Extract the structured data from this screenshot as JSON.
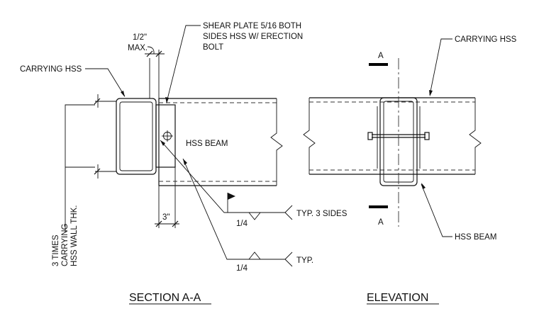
{
  "section": {
    "title": "SECTION A-A",
    "label_carrying_hss": "CARRYING HSS",
    "label_shear_plate_1": "SHEAR PLATE 5/16 BOTH",
    "label_shear_plate_2": "SIDES HSS W/ ERECTION",
    "label_shear_plate_3": "BOLT",
    "label_gap_1": "1/2\"",
    "label_gap_2": "MAX.",
    "label_hss_beam": "HSS BEAM",
    "label_dim_3in": "3\"",
    "label_wall_1": "3 TIMES",
    "label_wall_2": "CARRYING",
    "label_wall_3": "HSS WALL THK.",
    "weld1_size": "1/4",
    "weld1_note": "TYP. 3 SIDES",
    "weld2_size": "1/4",
    "weld2_note": "TYP."
  },
  "elevation": {
    "title": "ELEVATION",
    "label_carrying_hss": "CARRYING HSS",
    "label_hss_beam": "HSS BEAM",
    "cut_top": "A",
    "cut_bottom": "A"
  }
}
